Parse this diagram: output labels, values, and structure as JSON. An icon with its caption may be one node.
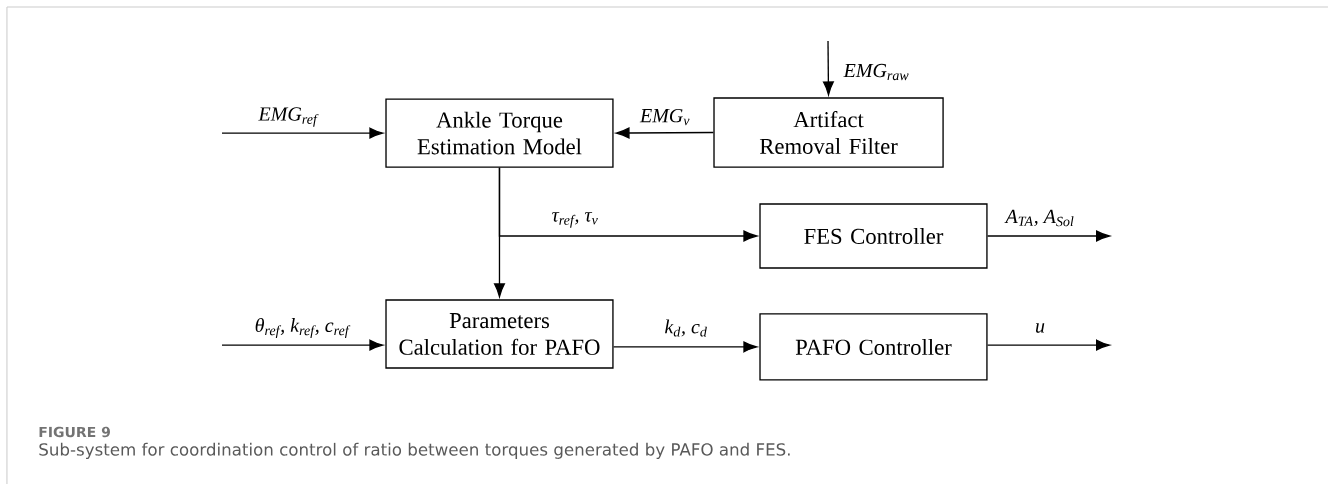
{
  "diagram": {
    "caption": "Sub-system for coordination control of ratio between torques generated by PAFO and FES.",
    "nodes": [
      {
        "text": [
          "Ankle Torque Estimation Model"
        ]
      },
      {
        "text": [
          "Artifact Removal Filter"
        ]
      },
      {
        "text": [
          "FES Controller"
        ]
      },
      {
        "text": [
          "Parameters Calculation for PAFO"
        ]
      },
      {
        "text": [
          "PAFO Controller"
        ]
      }
    ],
    "edges": [
      {
        "from": null,
        "to": 0,
        "arrow": "to",
        "label": "EMG$_{ref}$"
      },
      {
        "from": null,
        "to": 1,
        "arrow": "to",
        "label": "EMG$_{raw}$"
      },
      {
        "from": 1,
        "to": 0,
        "arrow": "to",
        "label": "EMG$_{v}$"
      },
      {
        "from": 0,
        "to": 3,
        "arrow": "to"
      },
      {
        "from": 0,
        "to": 2,
        "arrow": "to",
        "label": "τ$_{ref}$, τ$_{v}$"
      },
      {
        "from": null,
        "to": 3,
        "arrow": "to",
        "label": "θ$_{ref}$, k$_{ref}$, c$_{ref}$"
      },
      {
        "from": 3,
        "to": 4,
        "arrow": "to",
        "label": "k$_{d}$, c$_{d}$"
      },
      {
        "from": 2,
        "to": null,
        "arrow": "to",
        "label": "A$_{TA}$, A$_{Sol}$"
      },
      {
        "from": 4,
        "to": null,
        "arrow": "to",
        "label": "u"
      }
    ],
    "labels": [
      "FIGURE 9"
    ]
  }
}
